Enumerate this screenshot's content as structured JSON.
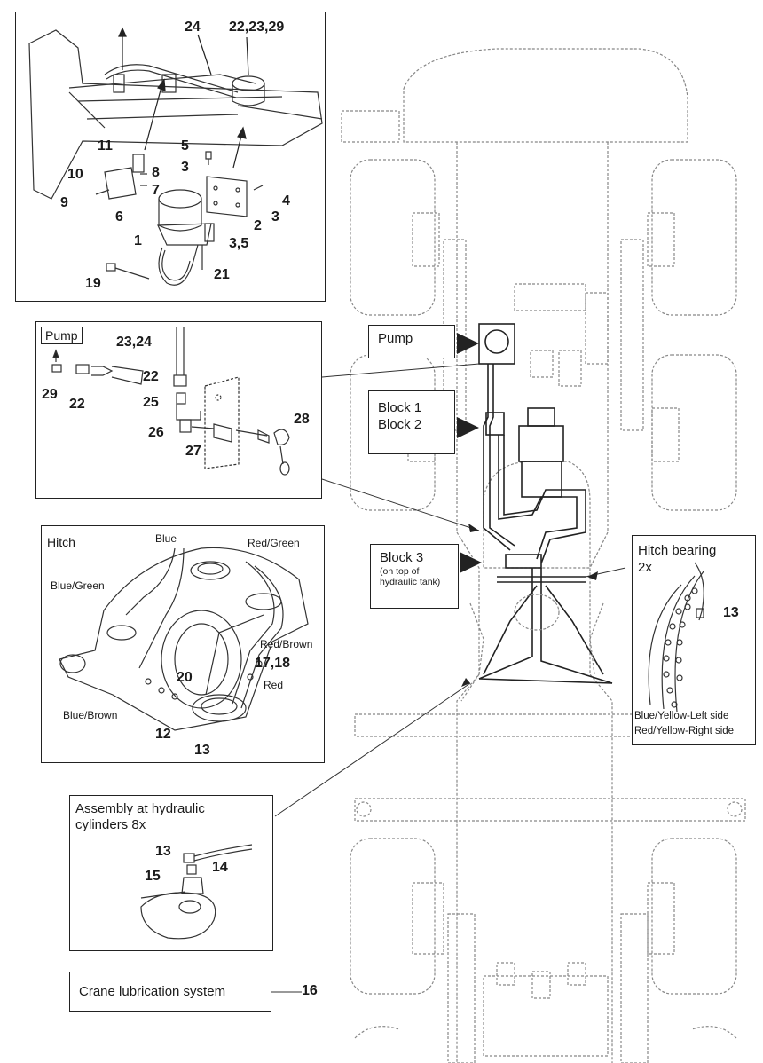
{
  "panels": {
    "top": {
      "numbers": [
        "24",
        "22,23,29",
        "11",
        "5",
        "3",
        "8",
        "10",
        "7",
        "9",
        "6",
        "4",
        "3",
        "2",
        "1",
        "3,5",
        "21",
        "19"
      ]
    },
    "pump": {
      "title": "Pump",
      "numbers": [
        "23,24",
        "29",
        "22",
        "22",
        "25",
        "26",
        "27",
        "28"
      ]
    },
    "hitch": {
      "title": "Hitch",
      "tags": [
        "Blue",
        "Red/Green",
        "Blue/Green",
        "Red/Brown",
        "Red",
        "Blue/Brown"
      ],
      "numbers": [
        "17,18",
        "20",
        "12",
        "13"
      ]
    },
    "hitch_bearing": {
      "title": "Hitch bearing",
      "count": "2x",
      "number": "13",
      "notes": [
        "Blue/Yellow-Left side",
        "Red/Yellow-Right side"
      ]
    },
    "cylinders": {
      "title_line1": "Assembly at hydraulic",
      "title_line2": "cylinders 8x",
      "numbers": [
        "13",
        "14",
        "15"
      ]
    }
  },
  "callouts": {
    "pump": "Pump",
    "block12_line1": "Block 1",
    "block12_line2": "Block 2",
    "block3": "Block 3",
    "block3_sub1": "(on top of",
    "block3_sub2": "hydraulic tank)",
    "crane": "Crane lubrication system",
    "crane_number": "16"
  }
}
